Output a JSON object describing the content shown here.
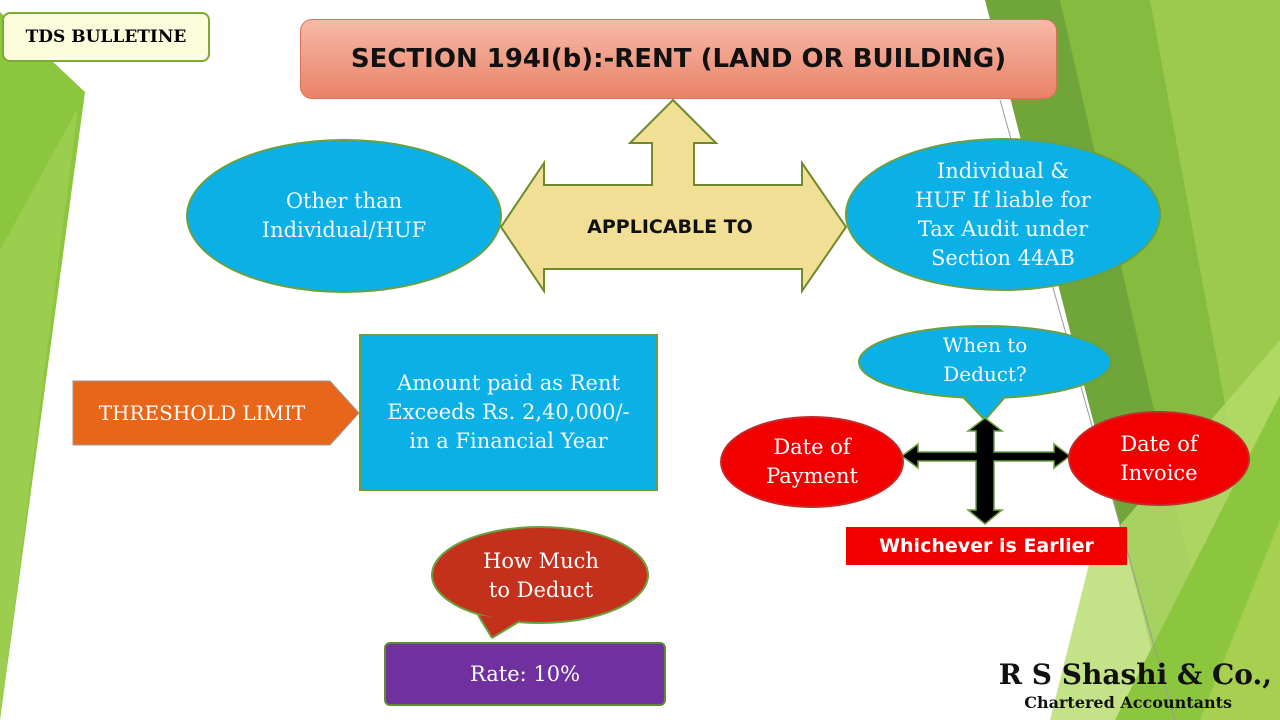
{
  "badge": {
    "label": "TDS BULLETINE"
  },
  "title": "SECTION 194I(b):-RENT (LAND OR BUILDING)",
  "applicable": {
    "label": "APPLICABLE TO",
    "left_lines": [
      "Other than",
      "Individual/HUF"
    ],
    "right_lines": [
      "Individual &",
      "HUF If liable for",
      "Tax Audit under",
      "Section 44AB"
    ]
  },
  "threshold": {
    "label": "THRESHOLD LIMIT",
    "detail_lines": [
      "Amount paid as Rent",
      "Exceeds Rs. 2,40,000/-",
      "in a Financial Year"
    ]
  },
  "when": {
    "question_lines": [
      "When to",
      "Deduct?"
    ],
    "left_lines": [
      "Date of",
      "Payment"
    ],
    "right_lines": [
      "Date of",
      "Invoice"
    ],
    "note": "Whichever is Earlier"
  },
  "how_much": {
    "question_lines": [
      "How Much",
      "to Deduct"
    ],
    "rate": "Rate: 10%"
  },
  "firm": {
    "name": "R S Shashi & Co.,",
    "subtitle": "Chartered Accountants"
  },
  "colors": {
    "cyan": "#0ab0e6",
    "orange": "#e8661a",
    "red": "#f20000",
    "brown_red": "#c3301c",
    "purple": "#7030a0",
    "khaki": "#f0df95",
    "green": "#6aa140"
  }
}
